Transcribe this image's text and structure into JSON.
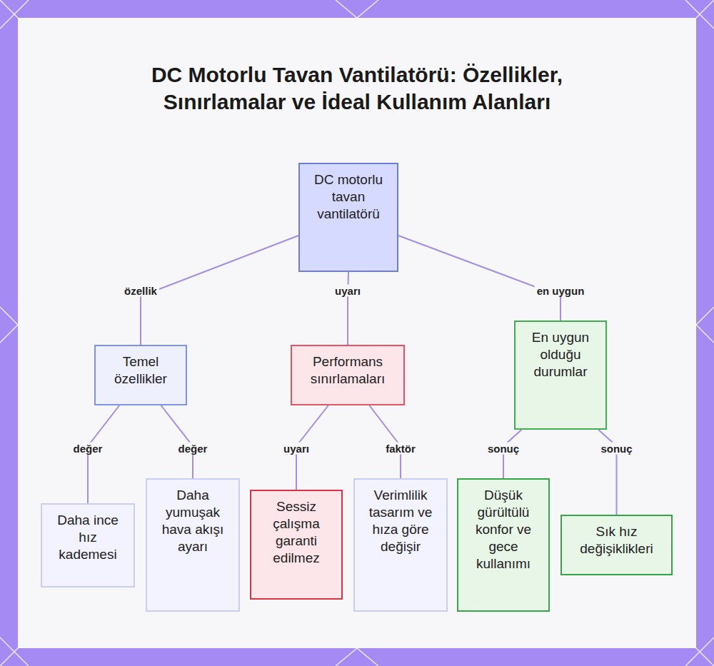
{
  "diagram": {
    "title": "DC Motorlu Tavan Vantilatörü: Özellikler, Sınırlamalar ve İdeal Kullanım Alanları",
    "nodes": [
      {
        "text": [
          "DC motorlu tavan vantilatörü"
        ]
      },
      {
        "text": [
          "Temel özellikler"
        ]
      },
      {
        "text": [
          "Performans sınırlamaları"
        ]
      },
      {
        "text": [
          "En uygun olduğu durumlar"
        ]
      },
      {
        "text": [
          "Daha ince hız kademesi"
        ]
      },
      {
        "text": [
          "Daha yumuşak hava akışı ayarı"
        ]
      },
      {
        "text": [
          "Sessiz çalışma garanti edilmez"
        ]
      },
      {
        "text": [
          "Verimlilik tasarım ve hıza göre değişir"
        ]
      },
      {
        "text": [
          "Düşük gürültülü konfor ve gece kullanımı"
        ]
      },
      {
        "text": [
          "Sık hız değişiklikleri"
        ]
      }
    ],
    "edges": [
      {
        "from": 0,
        "to": 1,
        "label": "özellik",
        "arrow": "none"
      },
      {
        "from": 0,
        "to": 2,
        "label": "uyarı",
        "arrow": "none"
      },
      {
        "from": 0,
        "to": 3,
        "label": "en uygun",
        "arrow": "none"
      },
      {
        "from": 1,
        "to": 4,
        "label": "değer",
        "arrow": "none"
      },
      {
        "from": 1,
        "to": 5,
        "label": "değer",
        "arrow": "none"
      },
      {
        "from": 2,
        "to": 6,
        "label": "uyarı",
        "arrow": "none"
      },
      {
        "from": 2,
        "to": 7,
        "label": "faktör",
        "arrow": "none"
      },
      {
        "from": 3,
        "to": 8,
        "label": "sonuç",
        "arrow": "none"
      },
      {
        "from": 3,
        "to": 9,
        "label": "sonuç",
        "arrow": "none"
      }
    ]
  }
}
